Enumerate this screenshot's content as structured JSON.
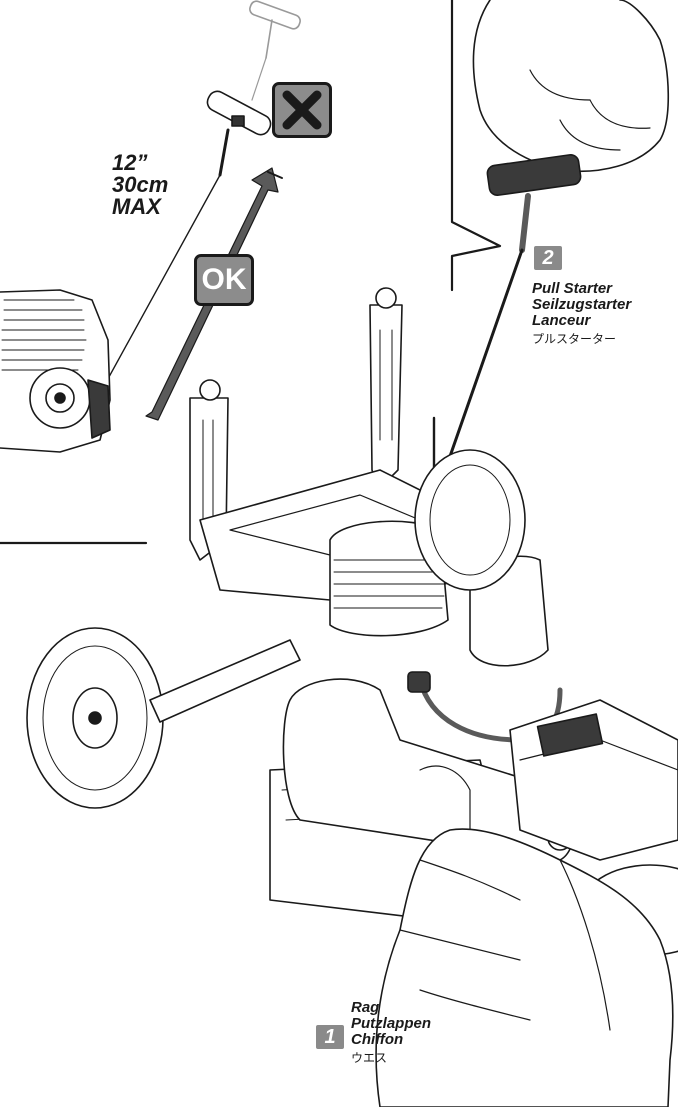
{
  "length_limit": {
    "imperial": "12”",
    "metric": "30cm",
    "qualifier": "MAX"
  },
  "signs": {
    "ok_text": "OK",
    "x_icon": "x-mark-icon"
  },
  "steps": [
    {
      "number": "1",
      "labels": [
        "Rag",
        "Putzlappen",
        "Chiffon"
      ],
      "japanese": "ウエス"
    },
    {
      "number": "2",
      "labels": [
        "Pull Starter",
        "Seilzugstarter",
        "Lanceur"
      ],
      "japanese": "プルスターター"
    }
  ],
  "colors": {
    "badge": "#8a8a8a",
    "sign_fill": "#8c8c8c",
    "line": "#1a1a1a",
    "arrow": "#5a5a5a"
  }
}
